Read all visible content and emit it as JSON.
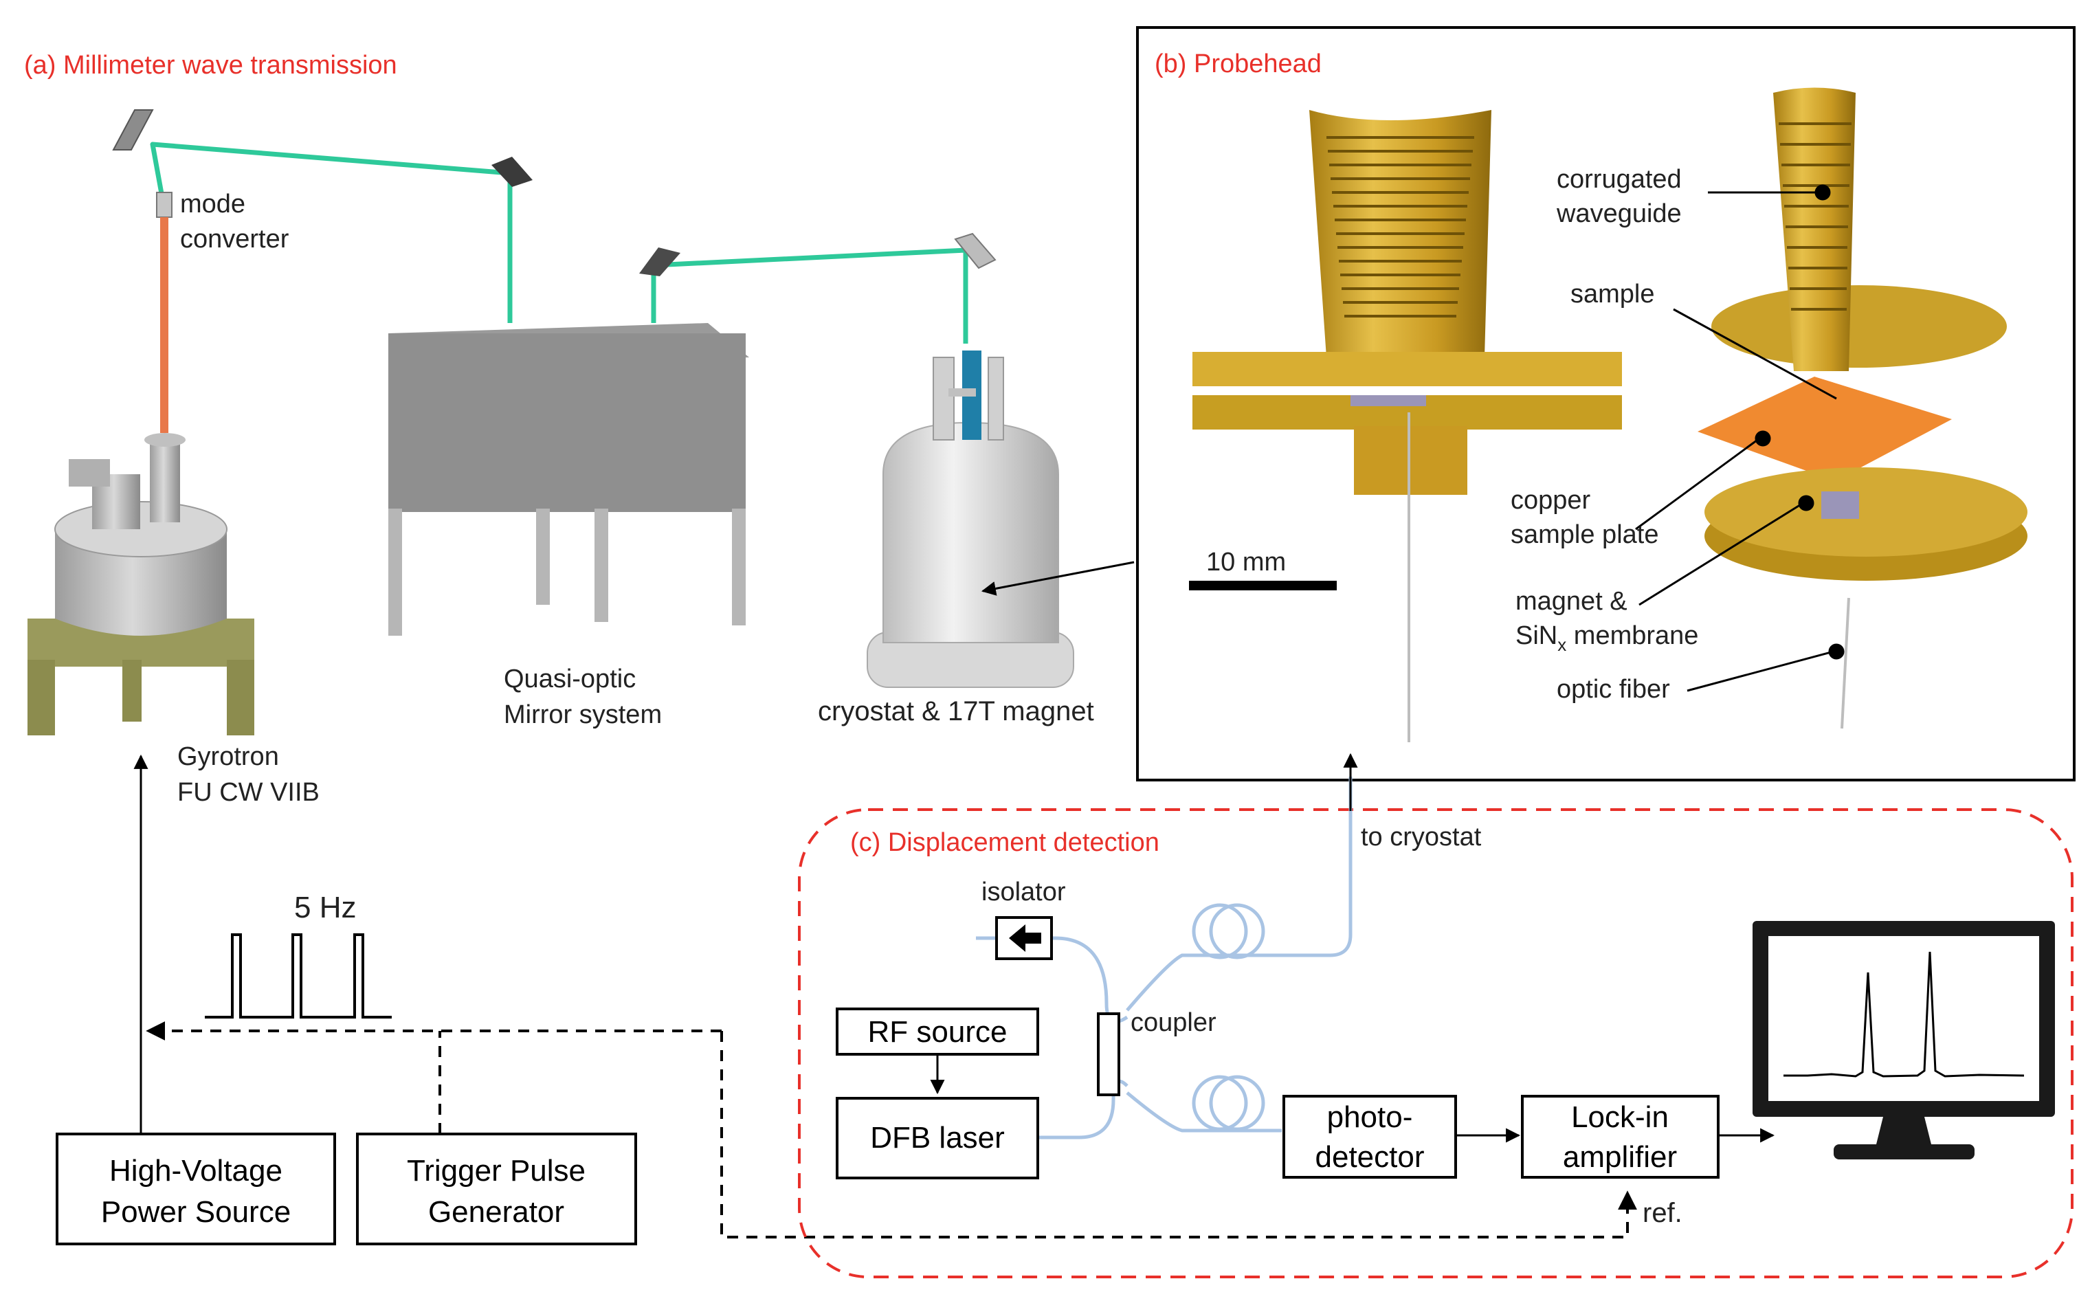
{
  "panels": {
    "a_title": "(a) Millimeter wave transmission",
    "b_title": "(b) Probehead",
    "c_title": "(c) Displacement detection"
  },
  "labels": {
    "mode_converter_1": "mode",
    "mode_converter_2": "converter",
    "quasi_optic_1": "Quasi-optic",
    "quasi_optic_2": "Mirror system",
    "cryostat": "cryostat & 17T magnet",
    "gyrotron_1": "Gyrotron",
    "gyrotron_2": "FU CW VIIB",
    "pulse_freq": "5 Hz",
    "corrugated_1": "corrugated",
    "corrugated_2": "waveguide",
    "sample": "sample",
    "copper_1": "copper",
    "copper_2": "sample plate",
    "magnet_1": "magnet &",
    "magnet_2a": "SiN",
    "magnet_2sub": "x",
    "magnet_2b": " membrane",
    "optic_fiber": "optic fiber",
    "scale": "10 mm",
    "to_cryostat": "to cryostat",
    "isolator": "isolator",
    "coupler": "coupler",
    "ref": "ref."
  },
  "boxes": {
    "hv_1": "High-Voltage",
    "hv_2": "Power Source",
    "trig_1": "Trigger Pulse",
    "trig_2": "Generator",
    "rf": "RF source",
    "dfb": "DFB laser",
    "photo_1": "photo-",
    "photo_2": "detector",
    "lockin_1": "Lock-in",
    "lockin_2": "amplifier"
  },
  "colors": {
    "panel_label": "#e8302a",
    "beam": "#2ec99a",
    "gyro_beam": "#e8784a",
    "fiber": "#a9c4e4",
    "gold": "#c9a02a",
    "copper_plate": "#f08a30"
  }
}
